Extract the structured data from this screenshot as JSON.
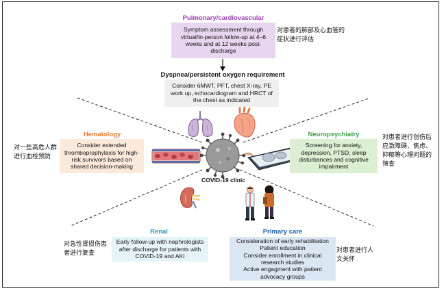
{
  "colors": {
    "pulmonary_title": "#9b3fb6",
    "pulmonary_box": "#e8d6f0",
    "neuro_title": "#3e9b47",
    "neuro_box": "#dcefd3",
    "hematology_title": "#e8782a",
    "hematology_box": "#fbe9dc",
    "renal_title": "#2a9ac2",
    "renal_box": "#e6f3f8",
    "primary_title": "#1f5fa8",
    "primary_box": "#dbe6f3",
    "dyspnea_box": "#efefef"
  },
  "pulmonary": {
    "title": "Pulmonary/cardiovascular",
    "text": "Symptom assessment through virtual/in-person follow-up at 4–6 weeks and at 12 weeks post-discharge",
    "note": "对患者的肺部及心血管的症状进行评估"
  },
  "dyspnea": {
    "title": "Dyspnea/persistent oxygen requirement",
    "text": "Consider 6MWT, PFT, chest X-ray, PE work up, echocardiogram and HRCT of the chest as indicated"
  },
  "hematology": {
    "title": "Hematology",
    "text": "Consider extended thromboprophylaxis for high-risk survivors based on shared decision-making",
    "note": "对一些高危人群进行血栓预防"
  },
  "neuropsychiatry": {
    "title": "Neuropsychiatry",
    "text": "Screening for anxiety, depression, PTSD, sleep disturbances and cognitive impairment",
    "note": "对患者进行创伤后应激障碍、焦虑、抑郁等心理问题的筛查"
  },
  "center": {
    "label": "COVID-19 clinic"
  },
  "renal": {
    "title": "Renal",
    "text": "Early follow-up with nephrologists after discharge for patients with COVID-19 and AKI",
    "note": "对急性肾损伤患者进行复查"
  },
  "primary_care": {
    "title": "Primary care",
    "lines": [
      "Consideration of early rehabilitation",
      "Patient education",
      "Consider enrollment in clinical research studies",
      "Active engagment with patient advocacy groups"
    ],
    "note": "对患者进行人文关怀"
  },
  "icons": [
    "lungs-icon",
    "heart-icon",
    "blood-vessel-icon",
    "virus-icon",
    "tablet-brain-scan-icon",
    "kidney-icon",
    "doctor-figure-icon",
    "patient-figure-icon",
    "down-arrow-icon"
  ]
}
